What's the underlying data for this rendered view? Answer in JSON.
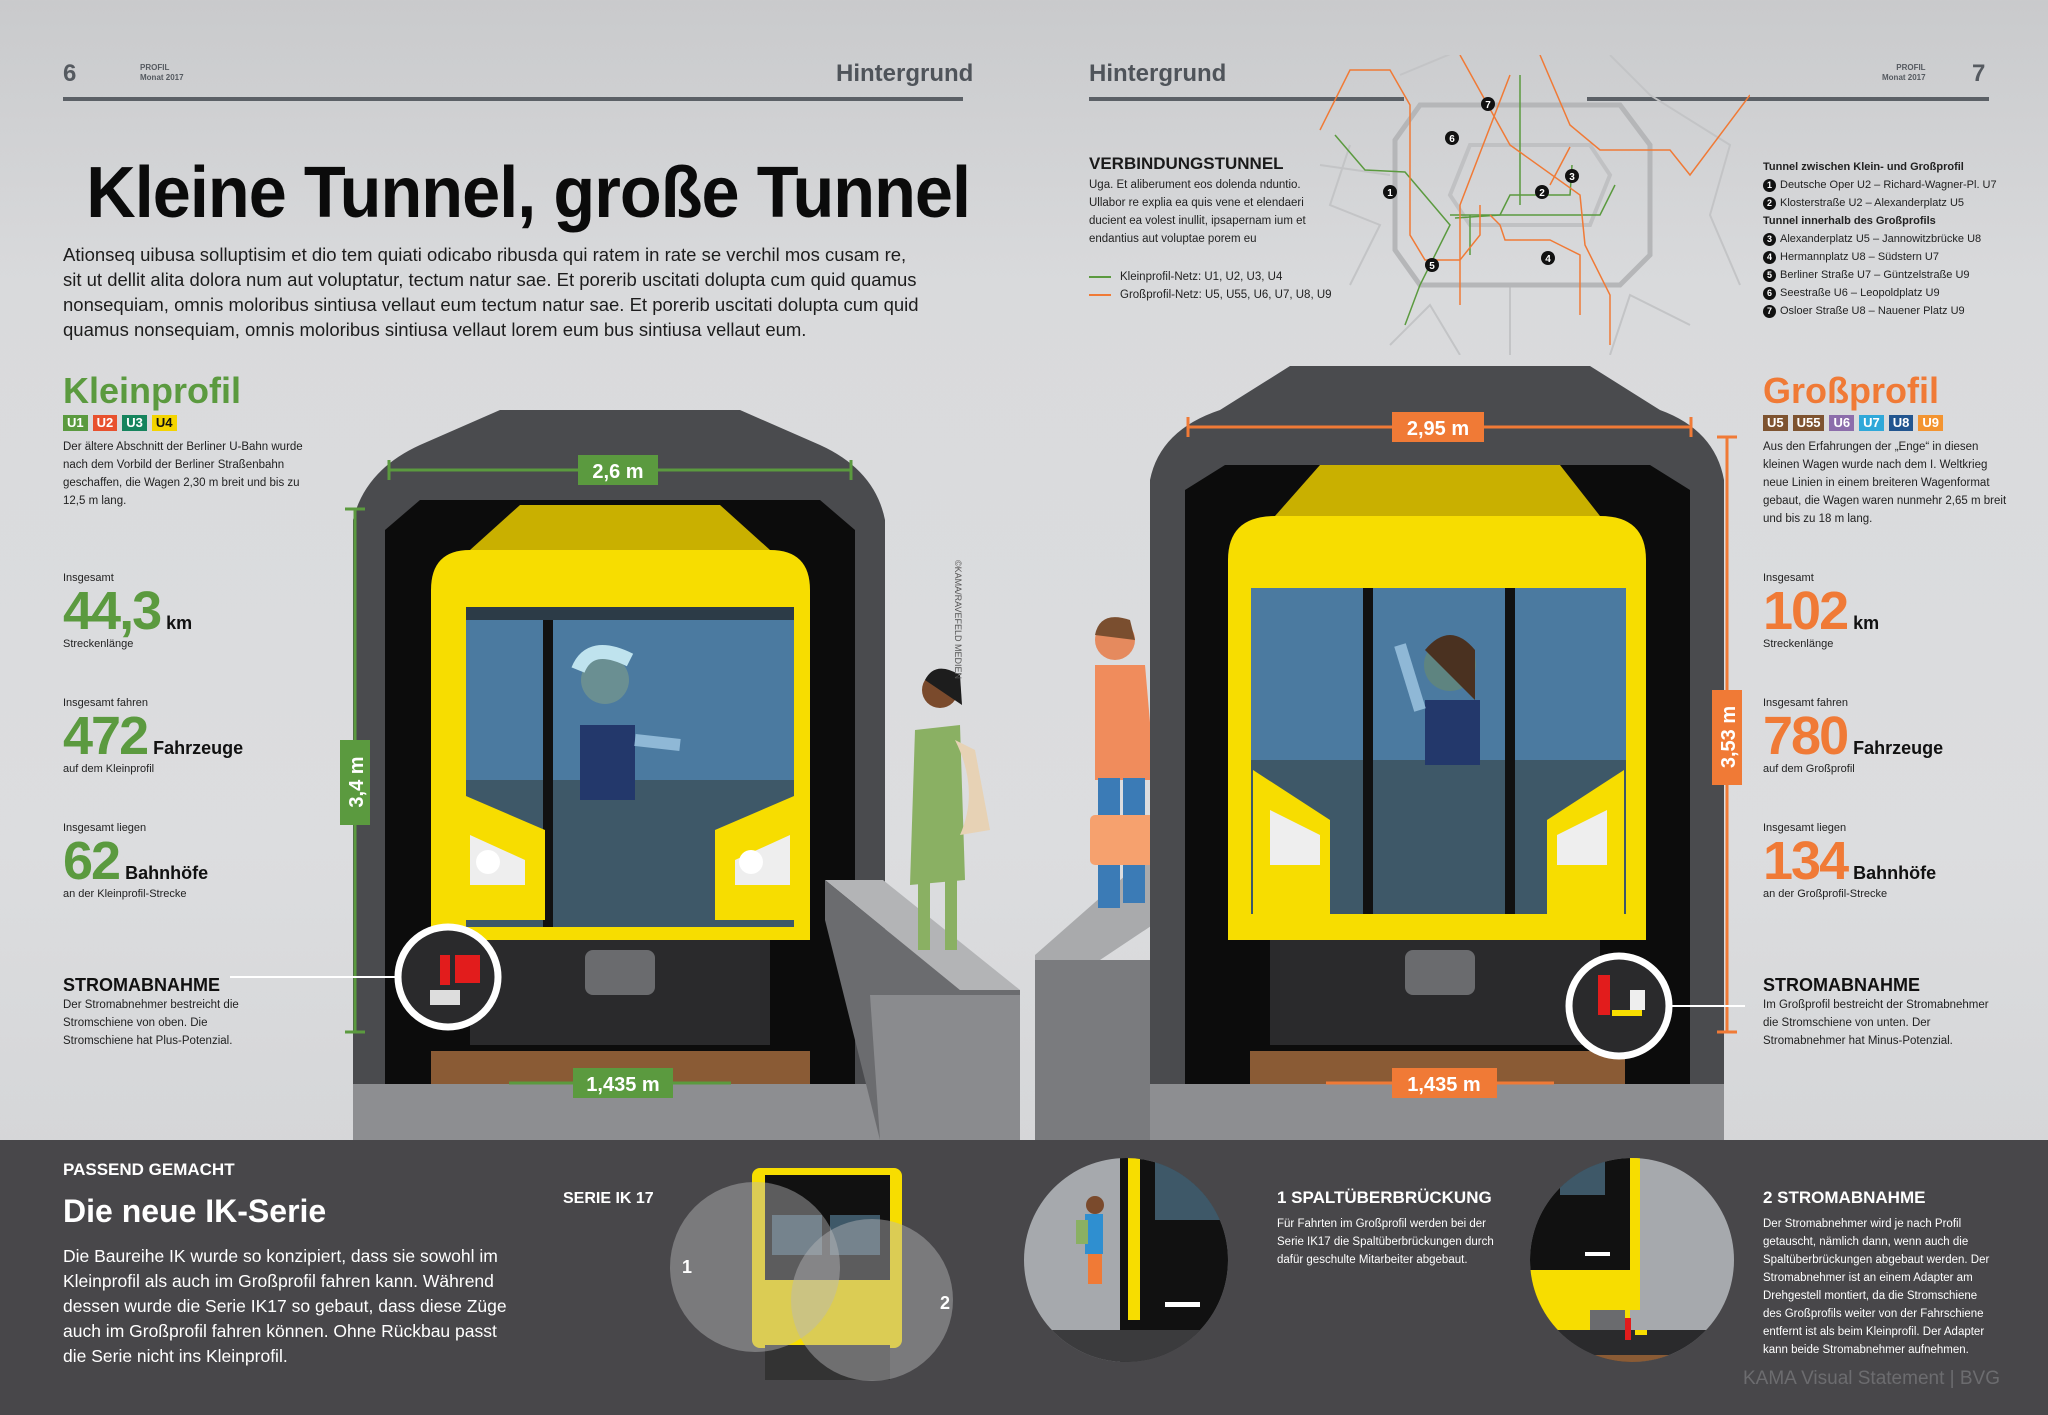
{
  "header": {
    "page_left": "6",
    "page_right": "7",
    "magazine": "PROFIL",
    "issue": "Monat 2017",
    "section_left": "Hintergrund",
    "section_right": "Hintergrund"
  },
  "title": "Kleine Tunnel, große Tunnel",
  "intro": "Ationseq uibusa solluptisim et dio tem quiati odicabo ribusda qui ratem in rate se verchil mos cusam re, sit ut dellit alita dolora num aut voluptatur, tectum natur sae. Et porerib uscitati dolupta cum quid quamus nonsequiam, omnis moloribus sintiusa vellaut eum tectum natur sae. Et porerib uscitati dolupta cum quid quamus nonsequiam, omnis moloribus sintiusa vellaut lorem eum bus sintiusa vellaut eum.",
  "map": {
    "title": "VERBINDUNGSTUNNEL",
    "text": "Uga. Et aliberument eos dolenda nduntio. Ullabor re explia ea quis vene et elendaeri ducient ea volest inullit, ipsapernam ium et endantius aut voluptae porem eu",
    "legend": [
      {
        "label": "Kleinprofil-Netz: U1, U2, U3, U4",
        "color": "#5b9a3f"
      },
      {
        "label": "Großprofil-Netz: U5, U55, U6, U7, U8, U9",
        "color": "#f07a36"
      }
    ],
    "markers": [
      "1",
      "2",
      "3",
      "4",
      "5",
      "6",
      "7"
    ],
    "list_heading_1": "Tunnel zwischen Klein- und Großprofil",
    "list_1": [
      {
        "n": "1",
        "text": "Deutsche Oper U2 – Richard-Wagner-Pl. U7"
      },
      {
        "n": "2",
        "text": "Klosterstraße U2 – Alexanderplatz U5"
      }
    ],
    "list_heading_2": "Tunnel innerhalb des Großprofils",
    "list_2": [
      {
        "n": "3",
        "text": "Alexanderplatz U5 – Jannowitzbrücke U8"
      },
      {
        "n": "4",
        "text": "Hermannplatz U8 – Südstern U7"
      },
      {
        "n": "5",
        "text": "Berliner Straße U7 – Güntzelstraße U9"
      },
      {
        "n": "6",
        "text": "Seestraße U6 – Leopoldplatz U9"
      },
      {
        "n": "7",
        "text": "Osloer Straße U8 – Nauener Platz U9"
      }
    ]
  },
  "klein": {
    "title": "Kleinprofil",
    "color": "#5b9a3f",
    "lines": [
      {
        "label": "U1",
        "color": "#5b9a3f"
      },
      {
        "label": "U2",
        "color": "#e8512e"
      },
      {
        "label": "U3",
        "color": "#16845e"
      },
      {
        "label": "U4",
        "color": "#f3d400",
        "text": "#111"
      }
    ],
    "desc": "Der ältere Abschnitt der Berliner U-Bahn wurde nach dem Vorbild der Berliner Straßenbahn geschaffen, die Wagen 2,30 m breit und bis zu 12,5 m lang.",
    "stats": [
      {
        "label": "Insgesamt",
        "value": "44,3",
        "unit": "km",
        "sub": "Streckenlänge"
      },
      {
        "label": "Insgesamt fahren",
        "value": "472",
        "unit": "Fahrzeuge",
        "sub": "auf dem Kleinprofil"
      },
      {
        "label": "Insgesamt liegen",
        "value": "62",
        "unit": "Bahnhöfe",
        "sub": "an der Kleinprofil-Strecke"
      }
    ],
    "strom_title": "STROMABNAHME",
    "strom_text": "Der Stromabnehmer bestreicht die Stromschiene von oben. Die Stromschiene hat Plus-Potenzial.",
    "width": "2,6 m",
    "height": "3,4 m",
    "gauge": "1,435 m"
  },
  "gross": {
    "title": "Großprofil",
    "color": "#f07a36",
    "lines": [
      {
        "label": "U5",
        "color": "#7e5330"
      },
      {
        "label": "U55",
        "color": "#7e5330"
      },
      {
        "label": "U6",
        "color": "#8c6dab"
      },
      {
        "label": "U7",
        "color": "#2fa8d9"
      },
      {
        "label": "U8",
        "color": "#22558f"
      },
      {
        "label": "U9",
        "color": "#f39431"
      }
    ],
    "desc": "Aus den Erfahrungen der „Enge“ in diesen kleinen Wagen wurde nach dem I. Weltkrieg neue Linien in einem breiteren Wagenformat gebaut, die Wagen waren nunmehr 2,65 m breit und bis zu 18 m lang.",
    "stats": [
      {
        "label": "Insgesamt",
        "value": "102",
        "unit": "km",
        "sub": "Streckenlänge"
      },
      {
        "label": "Insgesamt fahren",
        "value": "780",
        "unit": "Fahrzeuge",
        "sub": "auf dem Großprofil"
      },
      {
        "label": "Insgesamt liegen",
        "value": "134",
        "unit": "Bahnhöfe",
        "sub": "an der Großprofil-Strecke"
      }
    ],
    "strom_title": "STROMABNAHME",
    "strom_text": "Im Großprofil bestreicht der Stromabnehmer die Stromschiene von unten. Der Stromabnehmer hat Minus-Potenzial.",
    "width": "2,95 m",
    "height": "3,53 m",
    "gauge": "1,435 m"
  },
  "image_credit": "©KAMA/RAVEFELD MEDIEN",
  "bottom": {
    "kicker": "PASSEND GEMACHT",
    "title": "Die neue IK-Serie",
    "text": "Die Baureihe IK wurde so konzipiert, dass sie sowohl im Kleinprofil als auch im Großprofil fahren kann. Während dessen wurde die Serie IK17 so gebaut, dass diese Züge auch im Großprofil fahren können. Ohne Rückbau passt die Serie nicht ins Kleinprofil.",
    "serie_label": "SERIE IK 17",
    "marker_1": "1",
    "marker_2": "2",
    "step1_title": "1  SPALTÜBERBRÜCKUNG",
    "step1_text": "Für Fahrten im Großprofil werden bei der Serie IK17 die Spaltüberbrückungen durch dafür geschulte Mitarbeiter abgebaut.",
    "step2_title": "2  STROMABNAHME",
    "step2_text": "Der Stromabnehmer wird je nach Profil getauscht, nämlich dann, wenn auch die Spaltüberbrückungen abgebaut werden. Der Stromabnehmer ist an einem Adapter am Drehgestell montiert, da die Stromschiene des Großprofils weiter von der Fahrschiene entfernt ist als beim Kleinprofil. Der Adapter kann beide Stromabnehmer aufnehmen.",
    "credit": "KAMA Visual Statement | BVG"
  }
}
